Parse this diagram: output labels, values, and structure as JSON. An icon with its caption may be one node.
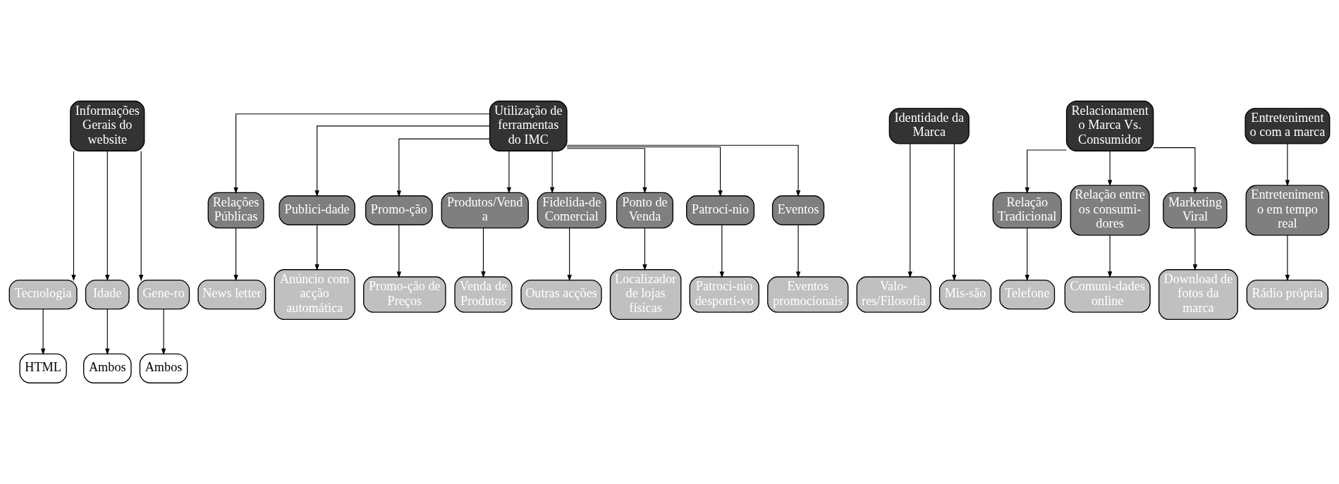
{
  "diagram": {
    "nodes": [
      {
        "text": [
          "Informações Gerais do website"
        ]
      },
      {
        "text": [
          "Utilização de ferramentas do IMC"
        ]
      },
      {
        "text": [
          "Identidade da Marca"
        ]
      },
      {
        "text": [
          "Relacionamento Marca Vs. Consumidor"
        ]
      },
      {
        "text": [
          "Entretenimento com a marca"
        ]
      },
      {
        "text": [
          "Relações Públicas"
        ]
      },
      {
        "text": [
          "Publici-dade"
        ]
      },
      {
        "text": [
          "Promo-ção"
        ]
      },
      {
        "text": [
          "Produtos/Venda"
        ]
      },
      {
        "text": [
          "Fidelida-de Comercial"
        ]
      },
      {
        "text": [
          "Ponto de Venda"
        ]
      },
      {
        "text": [
          "Patrocí-nio"
        ]
      },
      {
        "text": [
          "Eventos"
        ]
      },
      {
        "text": [
          "Relação Tradicional"
        ]
      },
      {
        "text": [
          "Relação entre os consumi-dores"
        ]
      },
      {
        "text": [
          "Marketing Viral"
        ]
      },
      {
        "text": [
          "Entretenimento em tempo real"
        ]
      },
      {
        "text": [
          "Tecnologia"
        ]
      },
      {
        "text": [
          "Idade"
        ]
      },
      {
        "text": [
          "Gene-ro"
        ]
      },
      {
        "text": [
          "News letter"
        ]
      },
      {
        "text": [
          "Anúncio com acção automática"
        ]
      },
      {
        "text": [
          "Promo-ção de Preços"
        ]
      },
      {
        "text": [
          "Venda de Produtos"
        ]
      },
      {
        "text": [
          "Outras acções"
        ]
      },
      {
        "text": [
          "Localizador de lojas físicas"
        ]
      },
      {
        "text": [
          "Patrocí-nio desporti-vo"
        ]
      },
      {
        "text": [
          "Eventos promocionais"
        ]
      },
      {
        "text": [
          "Valo-res/Filosofia"
        ]
      },
      {
        "text": [
          "Mis-são"
        ]
      },
      {
        "text": [
          "Telefone"
        ]
      },
      {
        "text": [
          "Comuni-dades online"
        ]
      },
      {
        "text": [
          "Download de fotos da marca"
        ]
      },
      {
        "text": [
          "Rádio própria"
        ]
      },
      {
        "text": [
          "HTML"
        ]
      },
      {
        "text": [
          "Ambos"
        ]
      },
      {
        "text": [
          "Ambos"
        ]
      }
    ],
    "edges": [
      {
        "from": 0,
        "to": 17,
        "arrow": "to"
      },
      {
        "from": 0,
        "to": 18,
        "arrow": "to"
      },
      {
        "from": 0,
        "to": 19,
        "arrow": "to"
      },
      {
        "from": 1,
        "to": 5,
        "arrow": "to"
      },
      {
        "from": 1,
        "to": 6,
        "arrow": "to"
      },
      {
        "from": 1,
        "to": 7,
        "arrow": "to"
      },
      {
        "from": 1,
        "to": 8,
        "arrow": "to"
      },
      {
        "from": 1,
        "to": 9,
        "arrow": "to"
      },
      {
        "from": 1,
        "to": 10,
        "arrow": "to"
      },
      {
        "from": 1,
        "to": 11,
        "arrow": "to"
      },
      {
        "from": 1,
        "to": 12,
        "arrow": "to"
      },
      {
        "from": 2,
        "to": 28,
        "arrow": "to"
      },
      {
        "from": 2,
        "to": 29,
        "arrow": "to"
      },
      {
        "from": 3,
        "to": 13,
        "arrow": "to"
      },
      {
        "from": 3,
        "to": 14,
        "arrow": "to"
      },
      {
        "from": 3,
        "to": 15,
        "arrow": "to"
      },
      {
        "from": 4,
        "to": 16,
        "arrow": "to"
      },
      {
        "from": 5,
        "to": 20,
        "arrow": "to"
      },
      {
        "from": 6,
        "to": 21,
        "arrow": "to"
      },
      {
        "from": 7,
        "to": 22,
        "arrow": "to"
      },
      {
        "from": 8,
        "to": 23,
        "arrow": "to"
      },
      {
        "from": 9,
        "to": 24,
        "arrow": "to"
      },
      {
        "from": 10,
        "to": 25,
        "arrow": "to"
      },
      {
        "from": 11,
        "to": 26,
        "arrow": "to"
      },
      {
        "from": 12,
        "to": 27,
        "arrow": "to"
      },
      {
        "from": 13,
        "to": 30,
        "arrow": "to"
      },
      {
        "from": 14,
        "to": 31,
        "arrow": "to"
      },
      {
        "from": 15,
        "to": 32,
        "arrow": "to"
      },
      {
        "from": 16,
        "to": 33,
        "arrow": "to"
      },
      {
        "from": 17,
        "to": 34,
        "arrow": "to"
      },
      {
        "from": 18,
        "to": 35,
        "arrow": "to"
      },
      {
        "from": 19,
        "to": 36,
        "arrow": "to"
      }
    ]
  }
}
